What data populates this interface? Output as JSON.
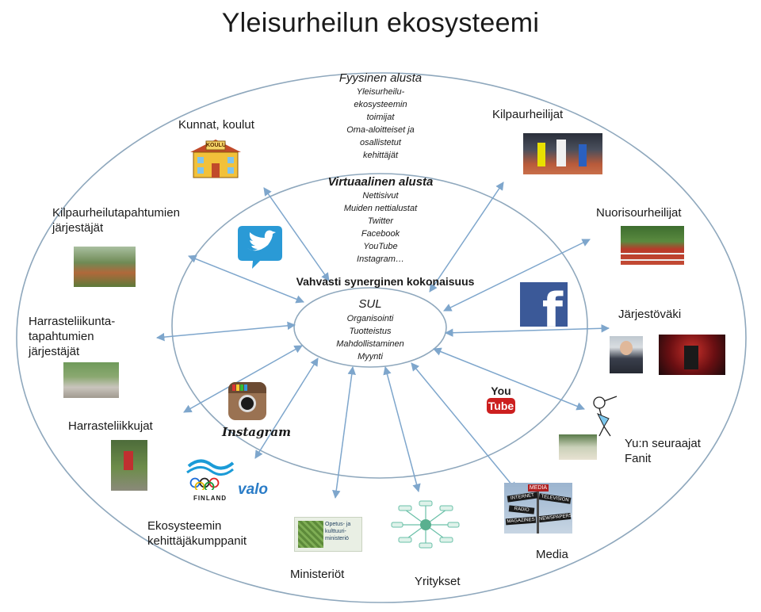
{
  "title": "Yleisurheilun ekosysteemi",
  "physical": {
    "heading": "Fyysinen alusta",
    "lines": [
      "Yleisurheilu-",
      "ekosysteemin",
      "toimijat",
      "Oma-aloitteiset ja",
      "osallistetut",
      "kehittäjät"
    ]
  },
  "virtual": {
    "heading": "Virtuaalinen alusta",
    "lines": [
      "Nettisivut",
      "Muiden nettialustat",
      "Twitter",
      "Facebook",
      "YouTube",
      "Instagram…"
    ]
  },
  "synergy": "Vahvasti synerginen kokonaisuus",
  "sul": {
    "heading": "SUL",
    "lines": [
      "Organisointi",
      "Tuotteistus",
      "Mahdollistaminen",
      "Myynti"
    ]
  },
  "stakeholders": {
    "kunnat": "Kunnat, koulut",
    "kilpailu_tapahtumat": [
      "Kilpaurheilutapahtumien",
      "järjestäjät"
    ],
    "harraste_tapahtumat": [
      "Harrasteliikunta-",
      "tapahtumien",
      "järjestäjät"
    ],
    "harrasteliikkujat": "Harrasteliikkujat",
    "kehittajat": [
      "Ekosysteemin",
      "kehittäjäkumppanit"
    ],
    "ministeriot": "Ministeriöt",
    "yritykset": "Yritykset",
    "media": "Media",
    "fanit": [
      "Yu:n seuraajat",
      "Fanit"
    ],
    "jarjestovaki": "Järjestöväki",
    "nuoriso": "Nuorisourheilijat",
    "kilpaurheilijat": "Kilpaurheilijat"
  },
  "logos": {
    "school_sign": "KOULU",
    "youtube_top": "You",
    "youtube_bottom": "Tube",
    "instagram": "Instagram",
    "finland": "FINLAND",
    "valo": "valo",
    "ministry": [
      "Opetus- ja",
      "kulttuuri-",
      "ministeriö"
    ],
    "media_signs": [
      "MEDIA",
      "INTERNET",
      "TELEVISION",
      "RADIO",
      "MAGAZINES",
      "NEWSPAPERS"
    ],
    "facebook": "f"
  },
  "colors": {
    "arrow": "#7ea6cc",
    "ellipse": "#8fa8bd",
    "facebook": "#3b5998",
    "twitter": "#2a9ad6",
    "youtube": "#cc1f1f",
    "olympic_blue": "#1b9bd7",
    "valo": "#2a7cc7"
  }
}
